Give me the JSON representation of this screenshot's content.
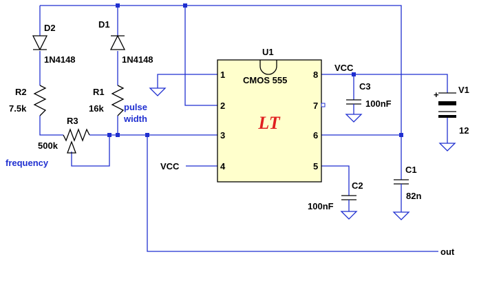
{
  "ic": {
    "ref": "U1",
    "part": "CMOS 555",
    "logo": "LT",
    "pins": [
      "1",
      "2",
      "3",
      "4",
      "5",
      "6",
      "7",
      "8"
    ]
  },
  "diodes": [
    {
      "ref": "D2",
      "part": "1N4148"
    },
    {
      "ref": "D1",
      "part": "1N4148"
    }
  ],
  "resistors": [
    {
      "ref": "R2",
      "value": "7.5k"
    },
    {
      "ref": "R1",
      "value": "16k"
    },
    {
      "ref": "R3",
      "value": "500k"
    }
  ],
  "capacitors": [
    {
      "ref": "C3",
      "value": "100nF"
    },
    {
      "ref": "C2",
      "value": "100nF"
    },
    {
      "ref": "C1",
      "value": "82n"
    }
  ],
  "source": {
    "ref": "V1",
    "value": "12",
    "plus": "+"
  },
  "nets": {
    "vcc_top": "VCC",
    "vcc_pin4": "VCC",
    "out": "out"
  },
  "annotations": {
    "pulse": "pulse",
    "width": "width",
    "frequency": "frequency"
  },
  "colors": {
    "wire": "#1f2fd0",
    "ic_fill": "#ffffcc",
    "logo": "#e02020"
  }
}
